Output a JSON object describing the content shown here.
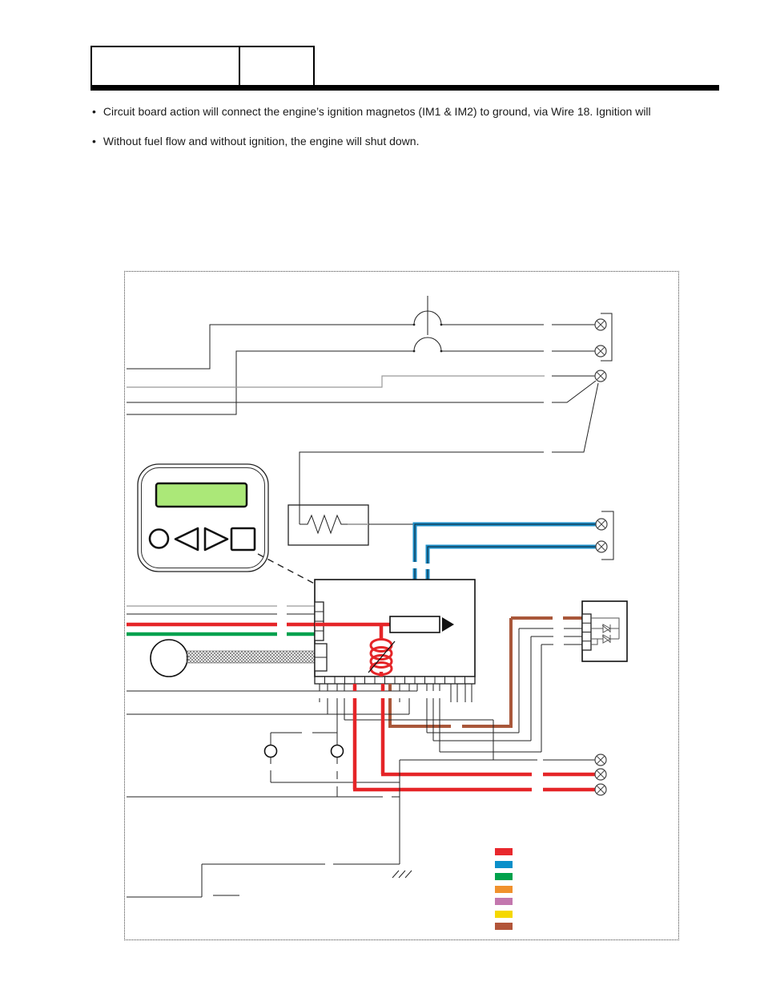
{
  "page": {
    "background": "#ffffff"
  },
  "header_box": {
    "cell1": "",
    "cell2": ""
  },
  "bullets": {
    "bullet_char": "•",
    "items": [
      "Circuit board action will connect the engine’s ignition magnetos (IM1 & IM2) to ground, via Wire 18. Ignition will",
      "Without fuel flow and without ignition, the engine will shut down."
    ]
  },
  "diagram": {
    "colors": {
      "wire_red": "#e52528",
      "wire_green": "#00a14e",
      "wire_blue": "#1b8fca",
      "wire_brown": "#a9573a",
      "lcd_green": "#abe878"
    },
    "legend": {
      "swatches": [
        {
          "name": "red",
          "color": "#e8282d"
        },
        {
          "name": "blue",
          "color": "#0a8fc9"
        },
        {
          "name": "green",
          "color": "#00a14b"
        },
        {
          "name": "orange",
          "color": "#f0912d"
        },
        {
          "name": "violet",
          "color": "#c377ae"
        },
        {
          "name": "yellow",
          "color": "#f5d800"
        },
        {
          "name": "brown",
          "color": "#b25539"
        }
      ]
    }
  }
}
